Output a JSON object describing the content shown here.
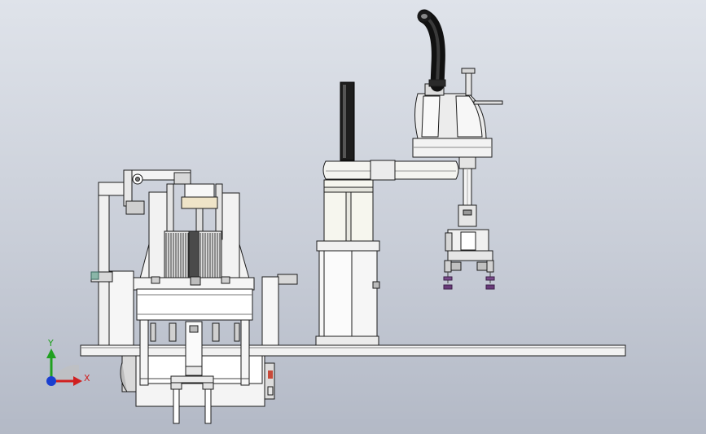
{
  "viewport": {
    "background_top": "#dfe3ea",
    "background_bottom": "#b3b9c6"
  },
  "triad": {
    "y_label": "Y",
    "x_label": "X",
    "y_color": "#20a020",
    "x_color": "#d02020",
    "z_color": "#1a3fd0"
  },
  "model": {
    "parts": [
      "base-plate",
      "scara-robot",
      "robot-cable",
      "robot-pedestal",
      "vertical-post",
      "gripper-assembly",
      "stacking-module",
      "left-bracket",
      "drive-unit"
    ]
  }
}
